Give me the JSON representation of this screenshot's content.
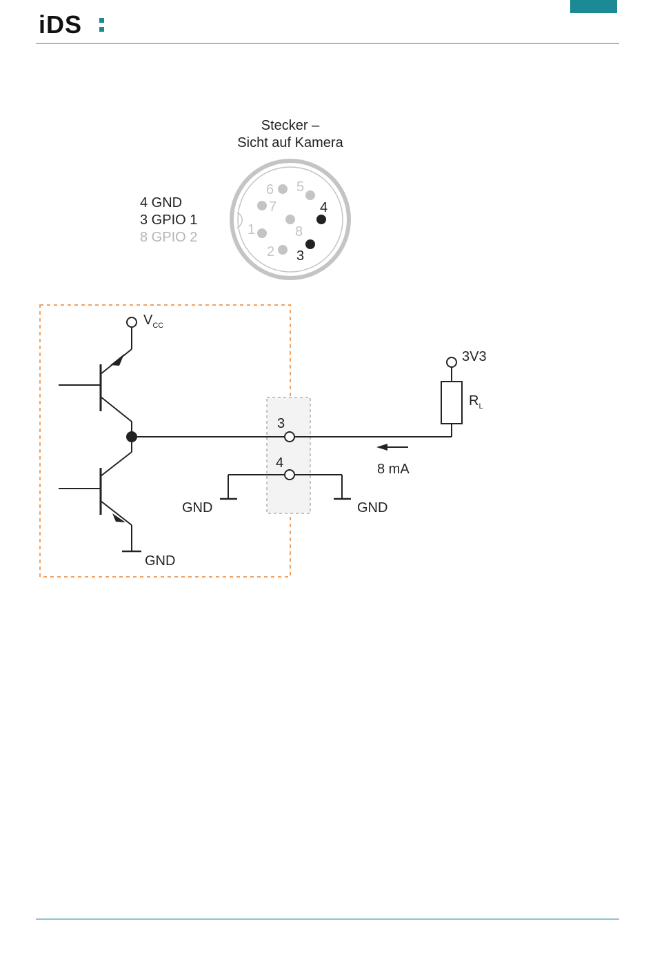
{
  "header": {
    "logo_text": "iDS",
    "accent_color": "#1b8a94",
    "rule_color": "#1b8a94"
  },
  "connector": {
    "title_line1": "Stecker –",
    "title_line2": "Sicht auf Kamera",
    "legend": [
      {
        "text": "4 GND",
        "active": true
      },
      {
        "text": "3 GPIO 1",
        "active": true
      },
      {
        "text": "8 GPIO 2",
        "active": false
      }
    ],
    "pins": [
      {
        "label": "1",
        "active": false
      },
      {
        "label": "2",
        "active": false
      },
      {
        "label": "3",
        "active": true
      },
      {
        "label": "4",
        "active": true
      },
      {
        "label": "5",
        "active": false
      },
      {
        "label": "6",
        "active": false
      },
      {
        "label": "7",
        "active": false
      },
      {
        "label": "8",
        "active": false
      }
    ]
  },
  "circuit": {
    "vcc_main": "V",
    "vcc_sub": "CC",
    "supply_label": "3V3",
    "resistor_main": "R",
    "resistor_sub": "L",
    "pin3_label": "3",
    "pin4_label": "4",
    "current_label": "8 mA",
    "gnd_left": "GND",
    "gnd_right": "GND",
    "gnd_bottom": "GND",
    "box_color": "#f0a060",
    "connector_box_color": "#b0b0b0"
  }
}
